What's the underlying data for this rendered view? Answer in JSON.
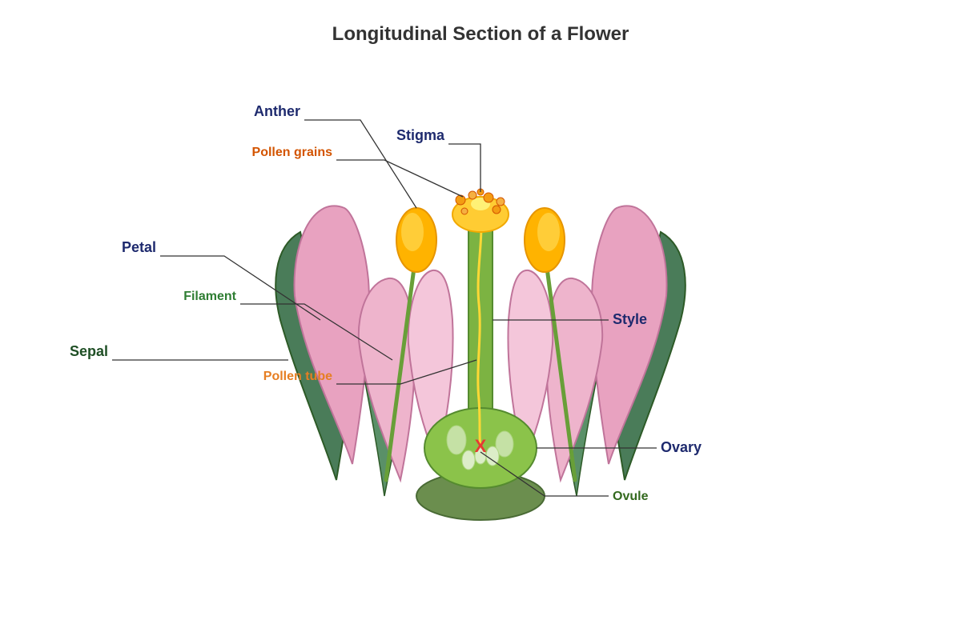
{
  "title": "Longitudinal Section of a Flower",
  "labels": {
    "anther": "Anther",
    "stigma": "Stigma",
    "pollen_grains": "Pollen grains",
    "petal": "Petal",
    "filament": "Filament",
    "style": "Style",
    "sepal": "Sepal",
    "pollen_tube": "Pollen tube",
    "ovary": "Ovary",
    "ovule": "Ovule"
  },
  "fertilization_mark": "X",
  "colors": {
    "title": "#333333",
    "label_primary": "#1e2a6e",
    "label_sepal": "#1f4f25",
    "label_filament": "#2e7d32",
    "label_ovule": "#33691e",
    "label_pollen_grains": "#d35400",
    "label_pollen_tube": "#e67e22",
    "sepal_fill": "#4a7c59",
    "petal_outer": "#e8a2c0",
    "petal_inner": "#f4c6da",
    "anther": "#ffb300",
    "stigma": "#ffcc33",
    "pollen_grain": "#f39c12",
    "style_fill": "#7cb342",
    "ovary_fill": "#8bc34a",
    "receptacle": "#6b8e4e",
    "pollen_tube": "#fdd835",
    "fertilization_mark": "#e53935"
  }
}
